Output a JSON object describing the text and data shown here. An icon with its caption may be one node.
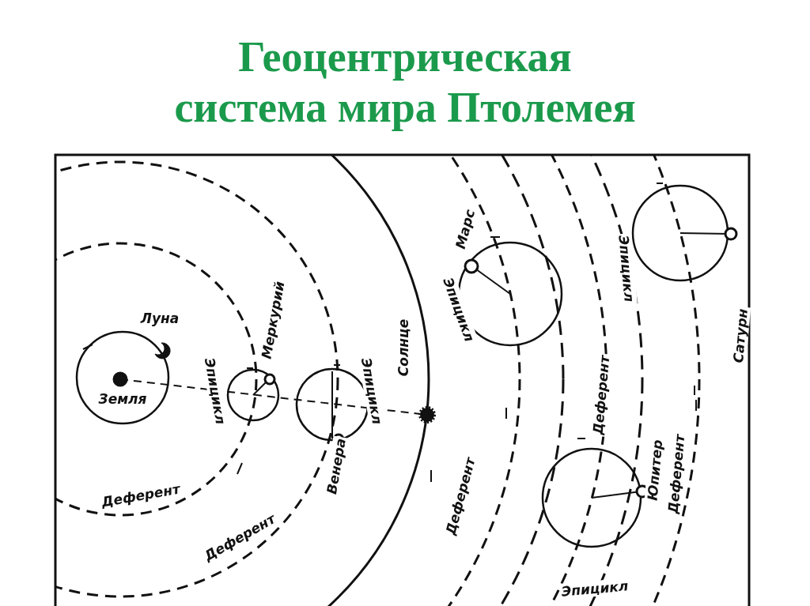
{
  "diagram": {
    "title": "Геоцентрическая система мира Птолемея",
    "labels": [
      "Луна",
      "Земля",
      "Меркурий",
      "Эпицикл",
      "Эпицикл",
      "Солнце",
      "Венера",
      "Деферент",
      "Деферент",
      "Деферент",
      "Марс",
      "Эпицикл",
      "Деферент",
      "Деферент",
      "Юпитер",
      "Эпицикл",
      "Эпицикл",
      "Сатурн"
    ]
  }
}
